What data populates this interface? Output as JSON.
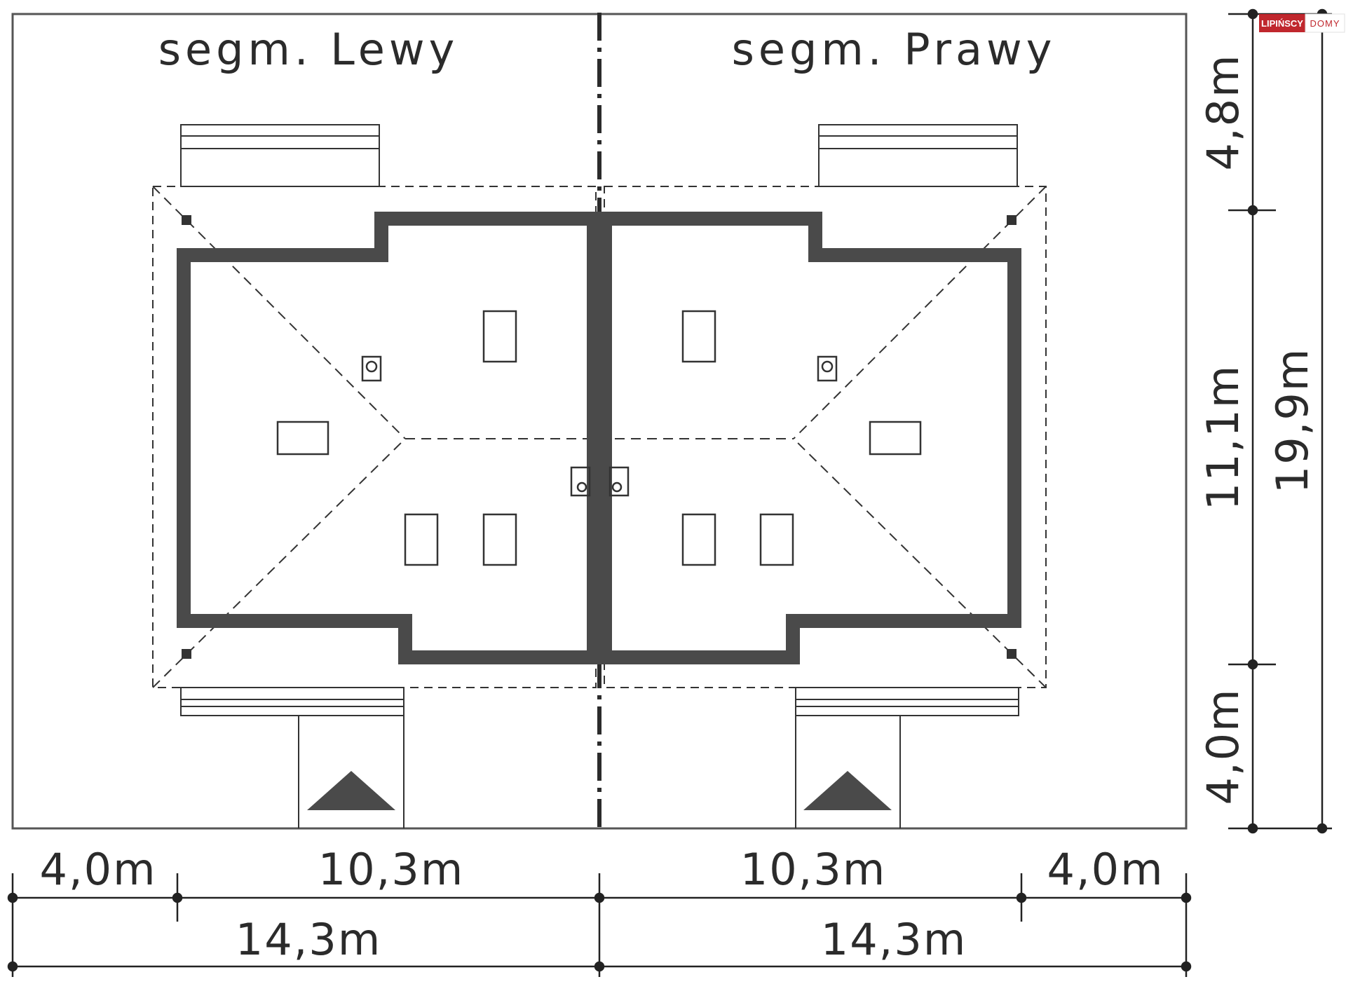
{
  "segments": {
    "left": "segm. Lewy",
    "right": "segm. Prawy"
  },
  "dimensions": {
    "bottom_row1": [
      "4,0m",
      "10,3m",
      "10,3m",
      "4,0m"
    ],
    "bottom_row2": [
      "14,3m",
      "14,3m"
    ],
    "right_col1": [
      "4,8m",
      "11,1m",
      "4,0m"
    ],
    "right_total": "19,9m"
  },
  "logo": {
    "brand": "LIPIŃSCY",
    "suffix": "DOMY"
  },
  "colors": {
    "wall": "#4a4a4a",
    "line": "#2b2b2b",
    "logo_red": "#c0272d"
  }
}
